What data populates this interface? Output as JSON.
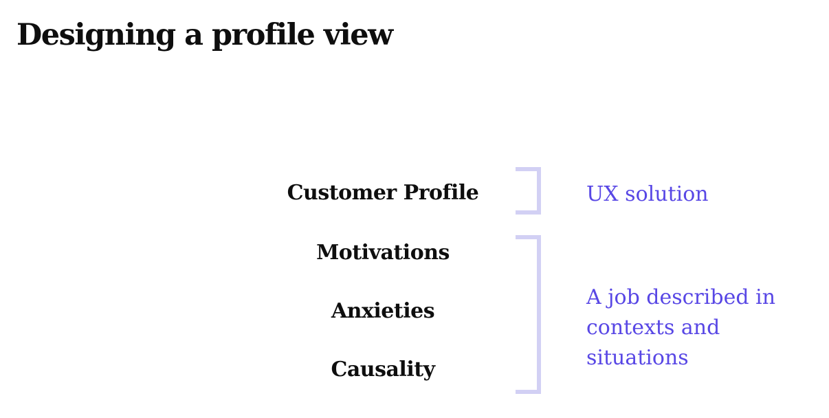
{
  "slide": {
    "title": "Designing a profile view",
    "labels": {
      "customer_profile": "Customer Profile",
      "motivations": "Motivations",
      "anxieties": "Anxieties",
      "causality": "Causality"
    },
    "annotations": {
      "ux_solution": "UX solution",
      "job_description": "A job described in contexts and situations"
    },
    "brackets": [
      {
        "name": "customer-profile-bracket",
        "groups": [
          "Customer Profile"
        ],
        "points_to": "UX solution"
      },
      {
        "name": "job-group-bracket",
        "groups": [
          "Motivations",
          "Anxieties",
          "Causality"
        ],
        "points_to": "A job described in contexts and situations"
      }
    ],
    "colors": {
      "background": "#ffffff",
      "text": "#0e0e0e",
      "accent_text": "#5847e5",
      "bracket": "#d2d0f4"
    }
  }
}
